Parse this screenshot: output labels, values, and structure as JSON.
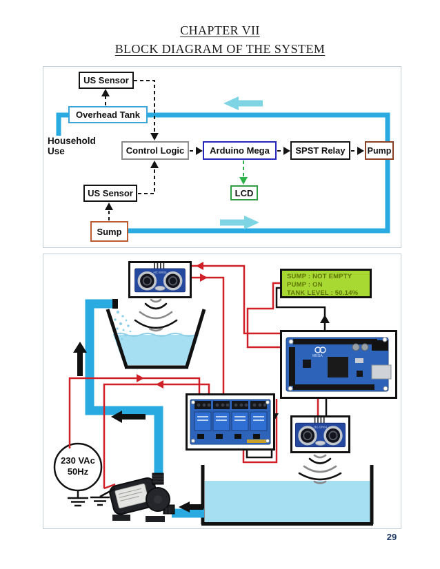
{
  "page": {
    "title_line1": "CHAPTER VII",
    "title_line2": "BLOCK DIAGRAM OF THE SYSTEM",
    "page_number": "29"
  },
  "figure1": {
    "us_sensor_top": "US Sensor",
    "overhead_tank": "Overhead Tank",
    "household_line1": "Household",
    "household_line2": "Use",
    "control_logic": "Control Logic",
    "arduino_mega": "Arduino Mega",
    "spst_relay": "SPST Relay",
    "pump": "Pump",
    "us_sensor_bottom": "US Sensor",
    "lcd": "LCD",
    "sump": "Sump"
  },
  "figure2": {
    "lcd": {
      "line1": "SUMP : NOT EMPTY",
      "line2": "PUMP : ON",
      "line3": "TANK LEVEL : 50.14%"
    },
    "ac_source": {
      "line1": "230 VAc",
      "line2": "50Hz"
    }
  },
  "colors": {
    "pipe_blue": "#29abe2",
    "flow_arrow_cyan": "#7fd4e4",
    "water": "#a6dff2",
    "wire_red": "#d01f26",
    "wire_black": "#111111",
    "lcd_background": "#a8d832",
    "lcd_text": "#5f7500",
    "overhead_tank_border": "#3ba4d8",
    "arduino_border": "#2626b8",
    "lcd_border": "#2f9e41",
    "pump_border": "#8a4020",
    "sump_border": "#bb5c33",
    "control_logic_border": "#8c8c8c",
    "page_number_color": "#1f3864"
  }
}
